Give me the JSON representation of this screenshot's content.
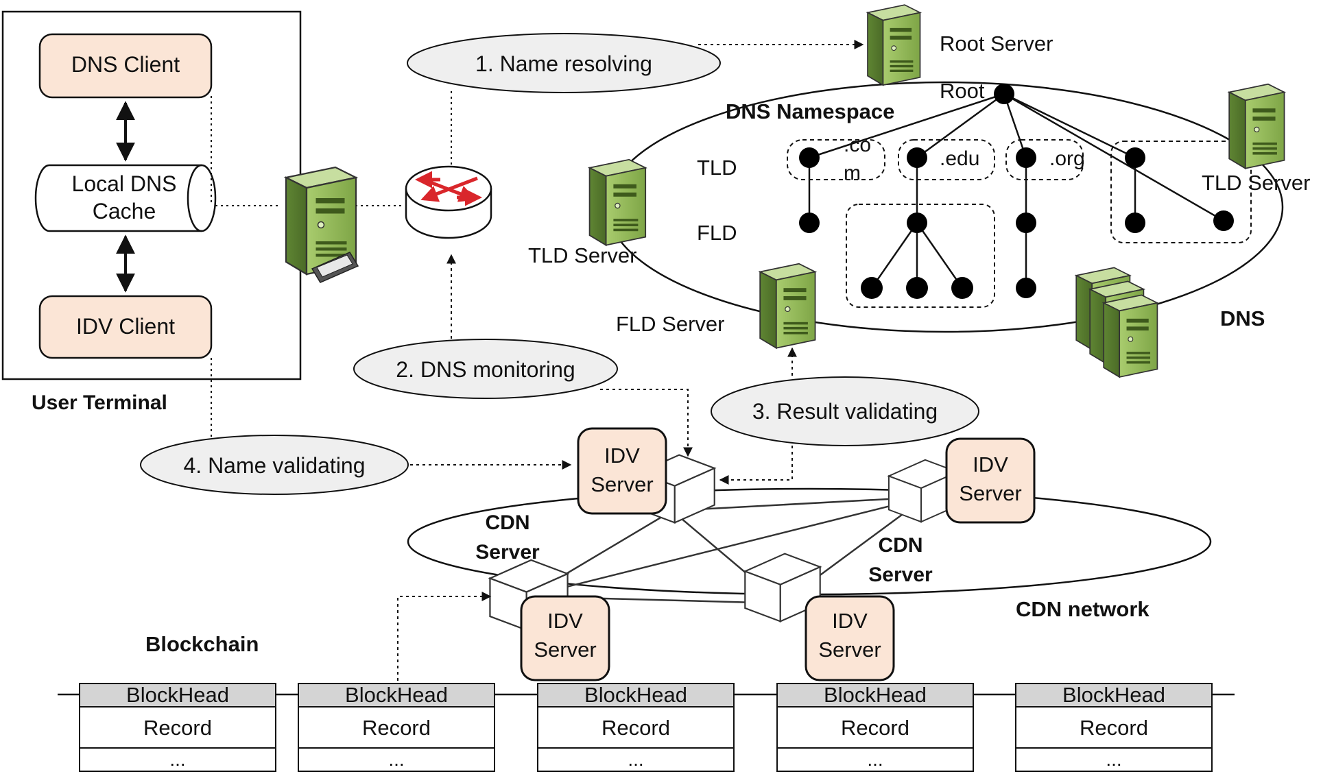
{
  "user_terminal": {
    "title": "User Terminal",
    "dns_client": "DNS Client",
    "cache_line1": "Local DNS",
    "cache_line2": "Cache",
    "idv_client": "IDV Client"
  },
  "steps": {
    "s1": "1. Name resolving",
    "s2": "2. DNS monitoring",
    "s3": "3. Result validating",
    "s4": "4. Name validating"
  },
  "dns": {
    "label": "DNS",
    "namespace_title": "DNS Namespace",
    "root_server": "Root Server",
    "root": "Root",
    "tld": "TLD",
    "fld": "FLD",
    "tld_server_left": "TLD Server",
    "tld_server_right": "TLD Server",
    "fld_server": "FLD Server",
    "domains": {
      "com_line1": ".co",
      "com_line2": "m",
      "edu": ".edu",
      "org": ".org"
    }
  },
  "cdn": {
    "network_label": "CDN network",
    "server_left_line1": "CDN",
    "server_left_line2": "Server",
    "server_right_line1": "CDN",
    "server_right_line2": "Server",
    "idv_line1": "IDV",
    "idv_line2": "Server"
  },
  "blockchain": {
    "title": "Blockchain",
    "blocks": [
      {
        "head": "BlockHead",
        "record": "Record",
        "more": "..."
      },
      {
        "head": "BlockHead",
        "record": "Record",
        "more": "..."
      },
      {
        "head": "BlockHead",
        "record": "Record",
        "more": "..."
      },
      {
        "head": "BlockHead",
        "record": "Record",
        "more": "..."
      },
      {
        "head": "BlockHead",
        "record": "Record",
        "more": "..."
      }
    ]
  },
  "colors": {
    "client_box": "#fbe5d6",
    "step_ellipse": "#efefef",
    "server_green": "#8db452",
    "server_light": "#c7dea0",
    "router_arrow": "#d9262b",
    "block_head": "#d4d4d4"
  }
}
